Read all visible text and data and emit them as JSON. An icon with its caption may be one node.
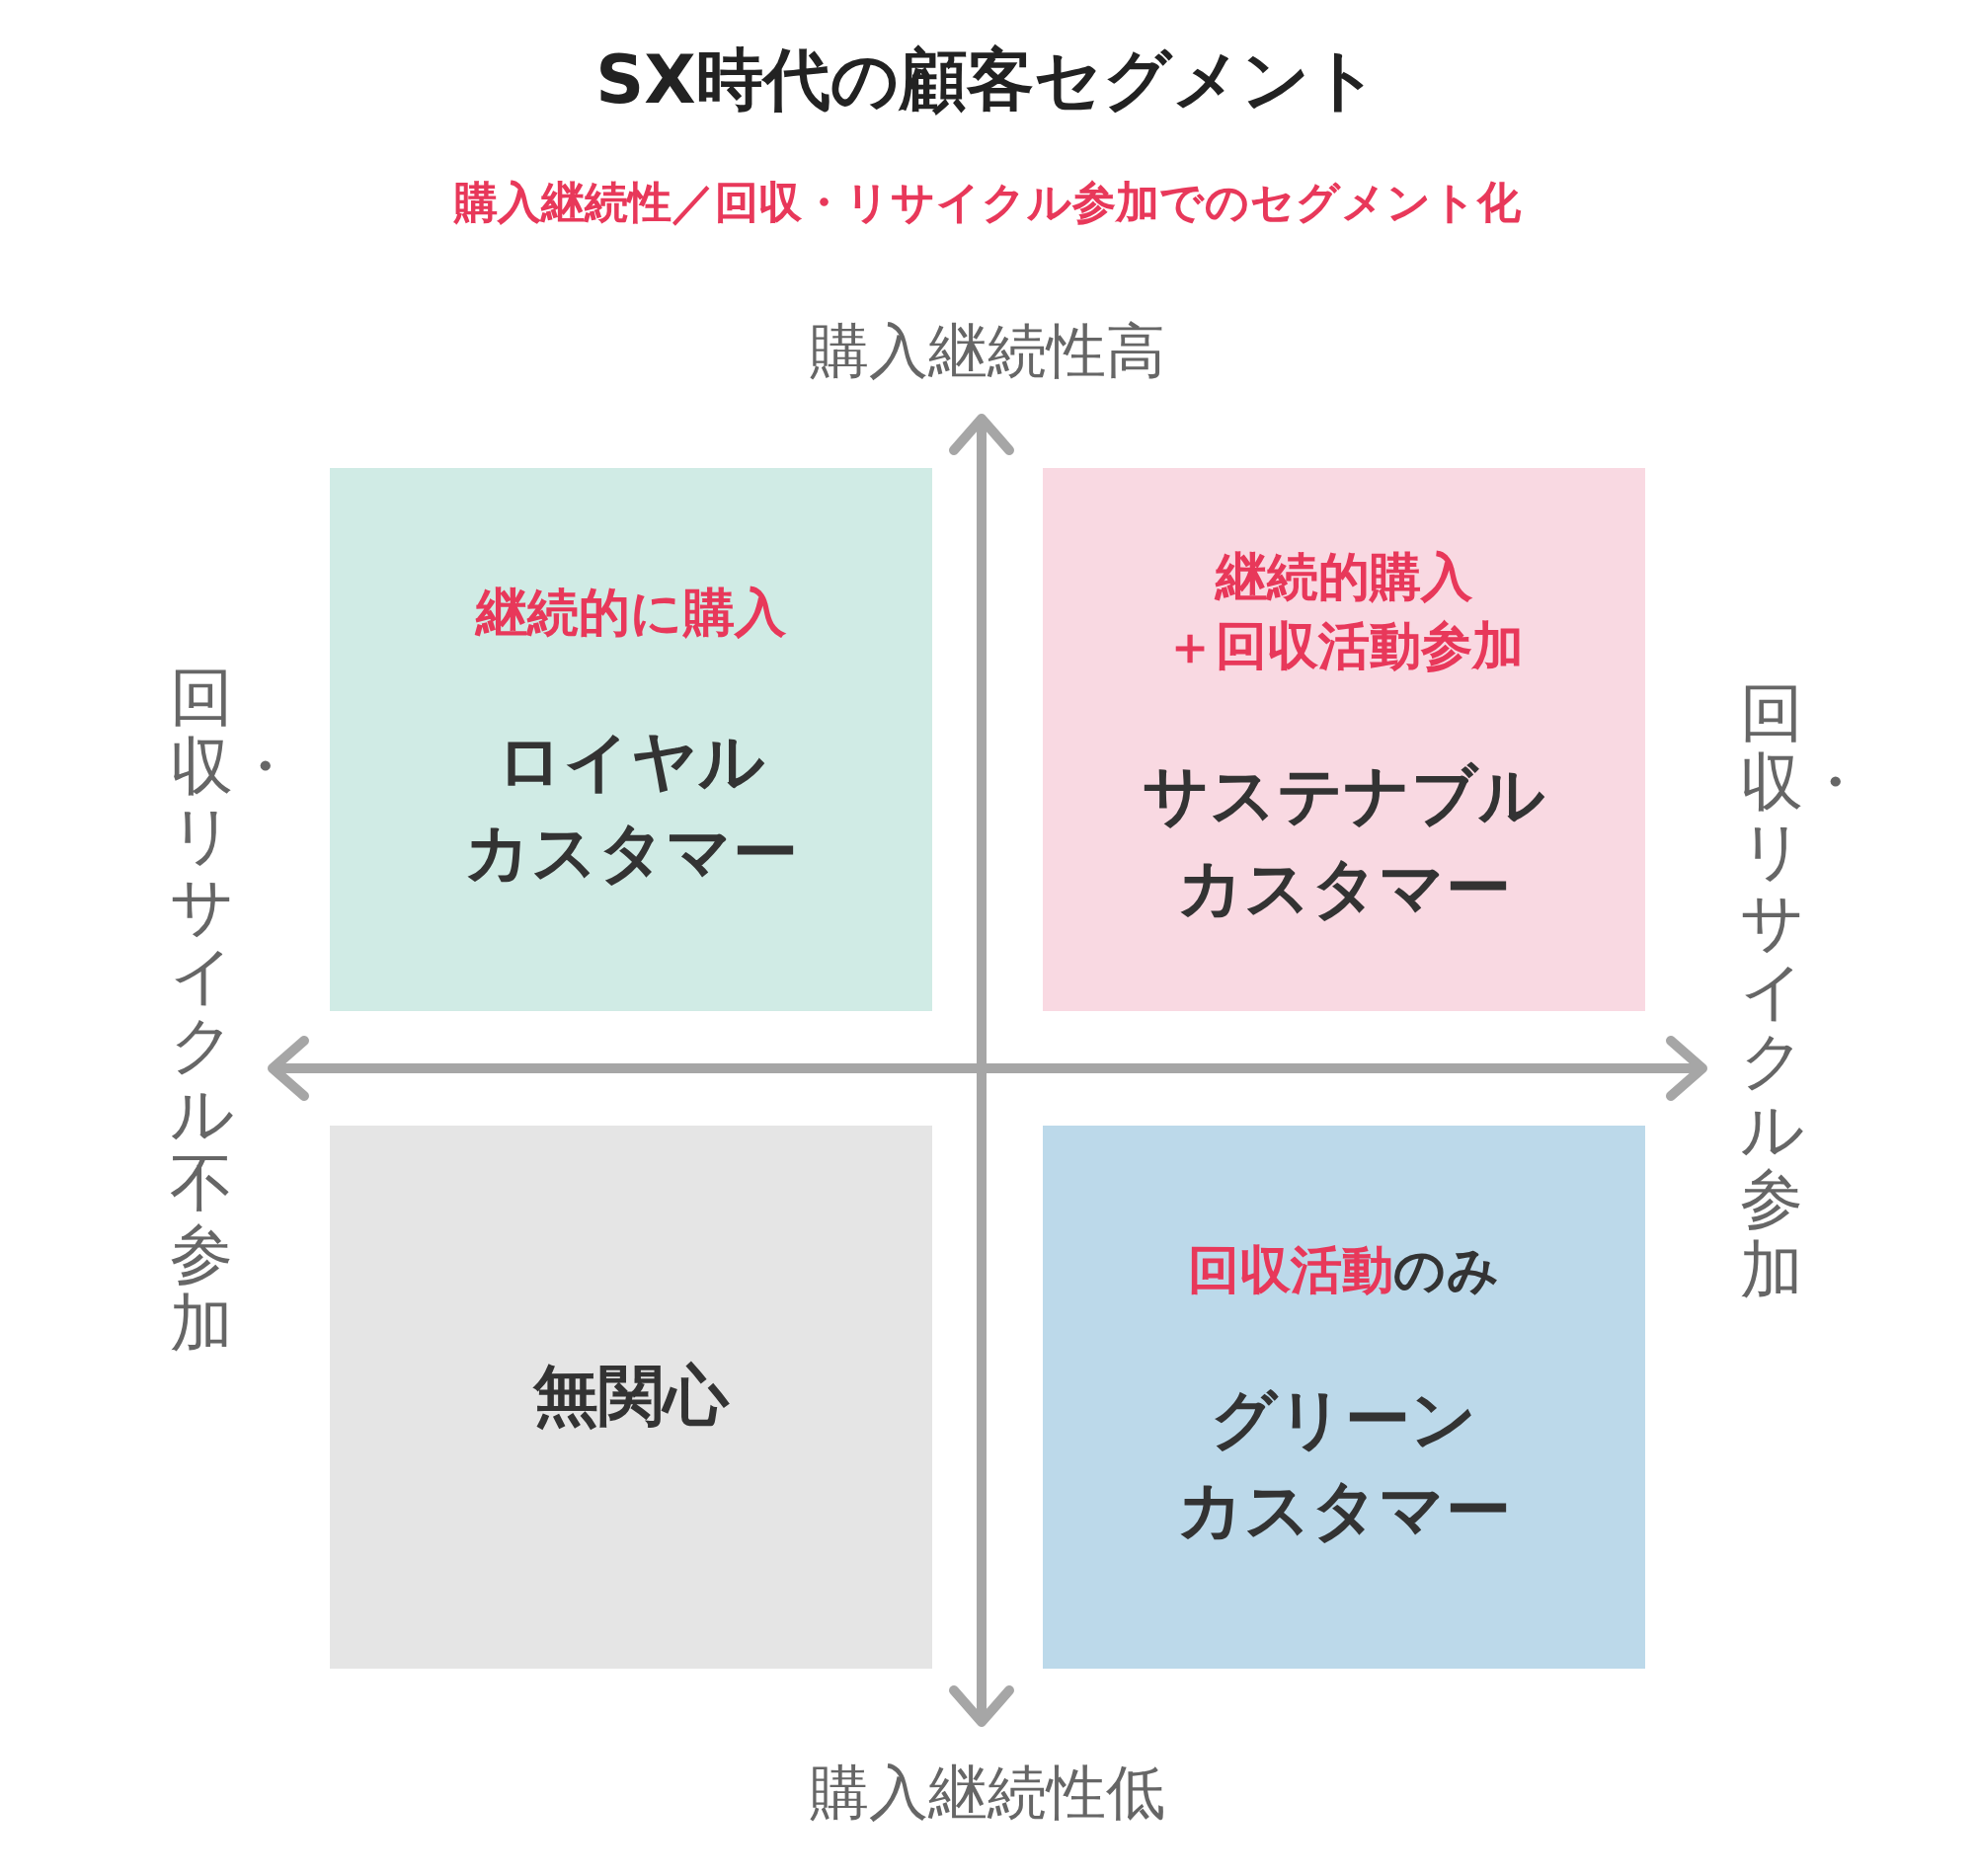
{
  "diagram": {
    "title": "SX時代の顧客セグメント",
    "nodes": [
      {
        "text": [
          "継続的に購入",
          "ロイヤルカスタマー"
        ]
      },
      {
        "text": [
          "継続的購入＋回収活動参加",
          "サステナブルカスタマー"
        ]
      },
      {
        "text": [
          "無関心"
        ]
      },
      {
        "text": [
          "**回収活動**のみ",
          "グリーンカスタマー"
        ]
      }
    ],
    "labels": [
      "購入継続性／回収・リサイクル参加でのセグメント化",
      "購入継続性高",
      "回収・リサイクル不参加",
      "回収・リサイクル参加",
      "購入継続性低"
    ]
  }
}
